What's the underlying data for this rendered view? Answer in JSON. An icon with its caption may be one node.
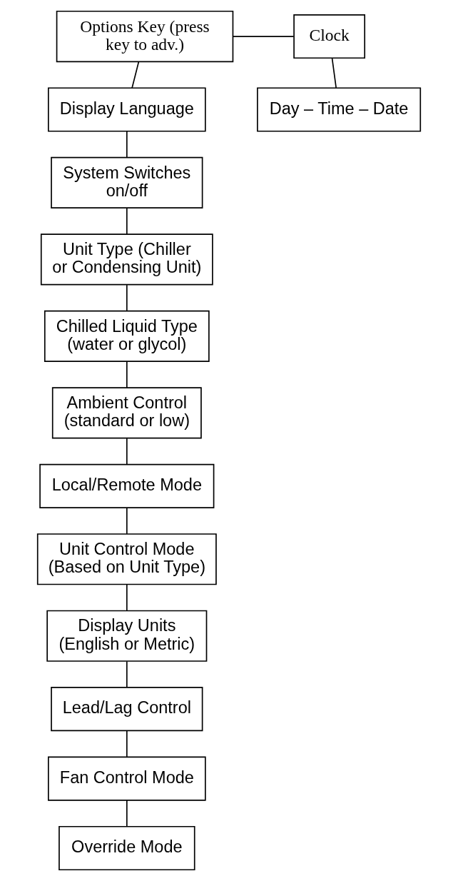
{
  "diagram": {
    "nodes": [
      {
        "text": [
          "Options Key (press key to adv.)"
        ]
      },
      {
        "text": [
          "Clock"
        ]
      },
      {
        "text": [
          "Display Language"
        ]
      },
      {
        "text": [
          "Day – Time – Date"
        ]
      },
      {
        "text": [
          "System Switches on/off"
        ]
      },
      {
        "text": [
          "Unit Type (Chiller or Condensing Unit)"
        ]
      },
      {
        "text": [
          "Chilled Liquid Type (water or glycol)"
        ]
      },
      {
        "text": [
          "Ambient Control (standard or low)"
        ]
      },
      {
        "text": [
          "Local/Remote Mode"
        ]
      },
      {
        "text": [
          "Unit Control Mode (Based on Unit Type)"
        ]
      },
      {
        "text": [
          "Display Units (English or Metric)"
        ]
      },
      {
        "text": [
          "Lead/Lag Control"
        ]
      },
      {
        "text": [
          "Fan Control Mode"
        ]
      },
      {
        "text": [
          "Override Mode"
        ]
      }
    ],
    "edges": [
      {
        "from": 0,
        "to": 1,
        "arrow": "none"
      },
      {
        "from": 0,
        "to": 2,
        "arrow": "none"
      },
      {
        "from": 1,
        "to": 3,
        "arrow": "none"
      },
      {
        "from": 2,
        "to": 4,
        "arrow": "none"
      },
      {
        "from": 4,
        "to": 5,
        "arrow": "none"
      },
      {
        "from": 5,
        "to": 6,
        "arrow": "none"
      },
      {
        "from": 6,
        "to": 7,
        "arrow": "none"
      },
      {
        "from": 7,
        "to": 8,
        "arrow": "none"
      },
      {
        "from": 8,
        "to": 9,
        "arrow": "none"
      },
      {
        "from": 9,
        "to": 10,
        "arrow": "none"
      },
      {
        "from": 10,
        "to": 11,
        "arrow": "none"
      },
      {
        "from": 11,
        "to": 12,
        "arrow": "none"
      },
      {
        "from": 12,
        "to": 13,
        "arrow": "none"
      }
    ]
  }
}
